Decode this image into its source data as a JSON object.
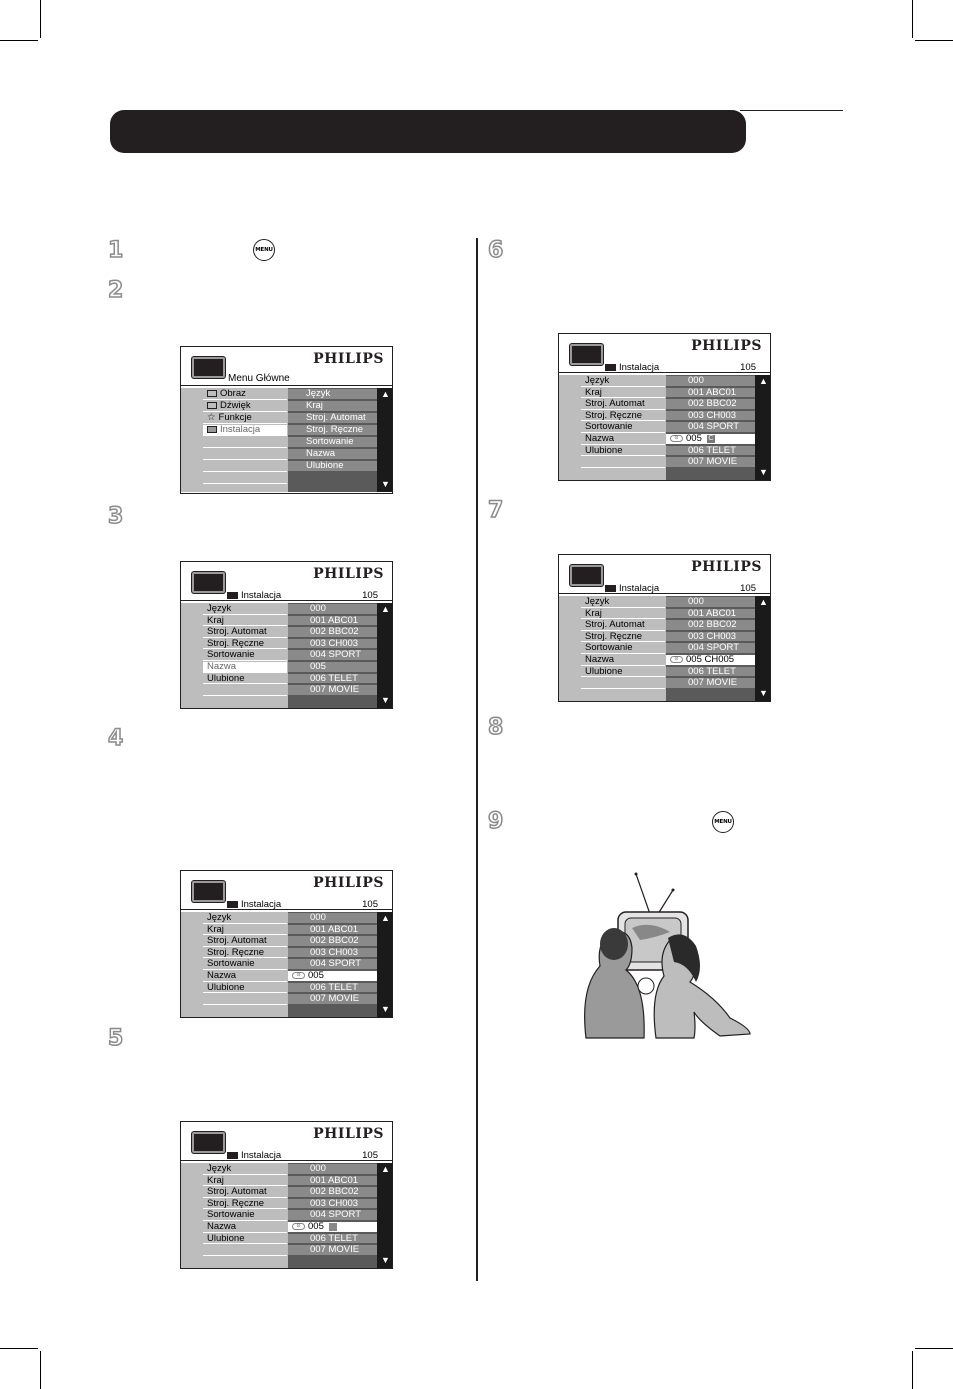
{
  "steps": [
    "1",
    "2",
    "3",
    "4",
    "5",
    "6",
    "7",
    "8",
    "9"
  ],
  "menu_button_label": "MENU",
  "main_menu": {
    "logo": "PHILIPS",
    "title": "Menu Główne",
    "left_items": [
      "Obraz",
      "Dźwięk",
      "Funkcje",
      "Instalacja"
    ],
    "right_items": [
      "Język",
      "Kraj",
      "Stroj. Automat",
      "Stroj. Ręczne",
      "Sortowanie",
      "Nazwa",
      "Ulubione"
    ]
  },
  "install_menu": {
    "logo": "PHILIPS",
    "title": "Instalacja",
    "page": "105",
    "left_items": [
      "Język",
      "Kraj",
      "Stroj. Automat",
      "Stroj. Ręczne",
      "Sortowanie",
      "Nazwa",
      "Ulubione"
    ],
    "right_items": [
      "000",
      "001 ABC01",
      "002 BBC02",
      "003 CH003",
      "004 SPORT",
      "005",
      "006 TELET",
      "007 MOVIE"
    ]
  },
  "screen6_selected": {
    "value": "005",
    "cursor": "C"
  },
  "screen7_selected": {
    "value": "005 CH005"
  },
  "icons": [
    "menu-button-icon",
    "tv-icon",
    "install-icon",
    "picture-icon",
    "sound-icon",
    "star-icon",
    "arrow-up-icon",
    "arrow-down-icon"
  ]
}
